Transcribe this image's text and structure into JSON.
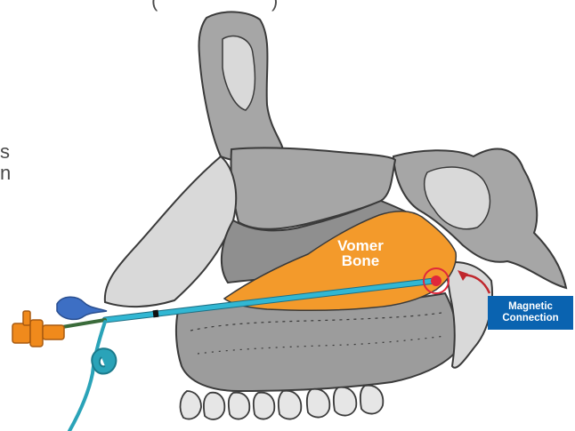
{
  "header_fragment": "(",
  "header_fragment_2": ")",
  "side_fragment_1": "s",
  "side_fragment_2": "n",
  "vomer_label_line1": "Vomer",
  "vomer_label_line2": "Bone",
  "callout_line1": "Magnetic",
  "callout_line2": "Connection",
  "colors": {
    "bone_light": "#d9d9d9",
    "bone_mid": "#a9a9a9",
    "bone_dark": "#8c8c8c",
    "outline": "#3a3a3a",
    "vomer": "#f39a2b",
    "tube": "#31b7d3",
    "magnet": "#e0283a",
    "callout": "#0a63b0",
    "connector": "#f08a1c",
    "clip": "#2aa3b8",
    "balloon": "#3d6fc4"
  },
  "icons": [
    "magnet-target-icon",
    "curved-arrow-icon",
    "connector-hub-icon",
    "clip-icon",
    "balloon-icon"
  ]
}
